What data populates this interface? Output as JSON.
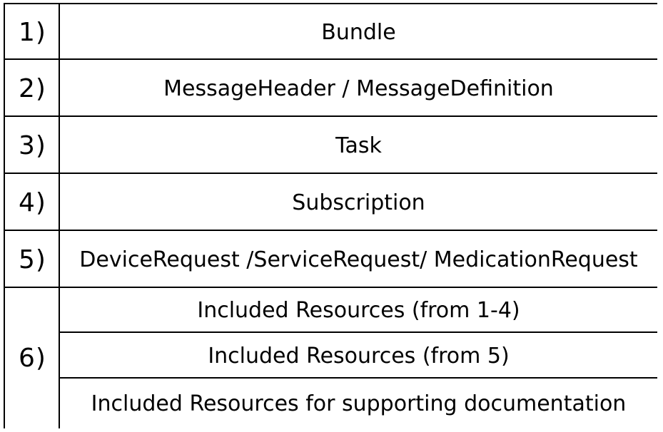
{
  "rows": [
    {
      "number": "1)",
      "label": "Bundle"
    },
    {
      "number": "2)",
      "label": "MessageHeader / MessageDefinition"
    },
    {
      "number": "3)",
      "label": "Task"
    },
    {
      "number": "4)",
      "label": "Subscription"
    },
    {
      "number": "5)",
      "label": "DeviceRequest /ServiceRequest/ MedicationRequest"
    },
    {
      "number": "6)",
      "sub_labels": [
        "Included Resources (from 1-4)",
        "Included Resources (from 5)",
        "Included Resources for supporting documentation"
      ]
    }
  ]
}
